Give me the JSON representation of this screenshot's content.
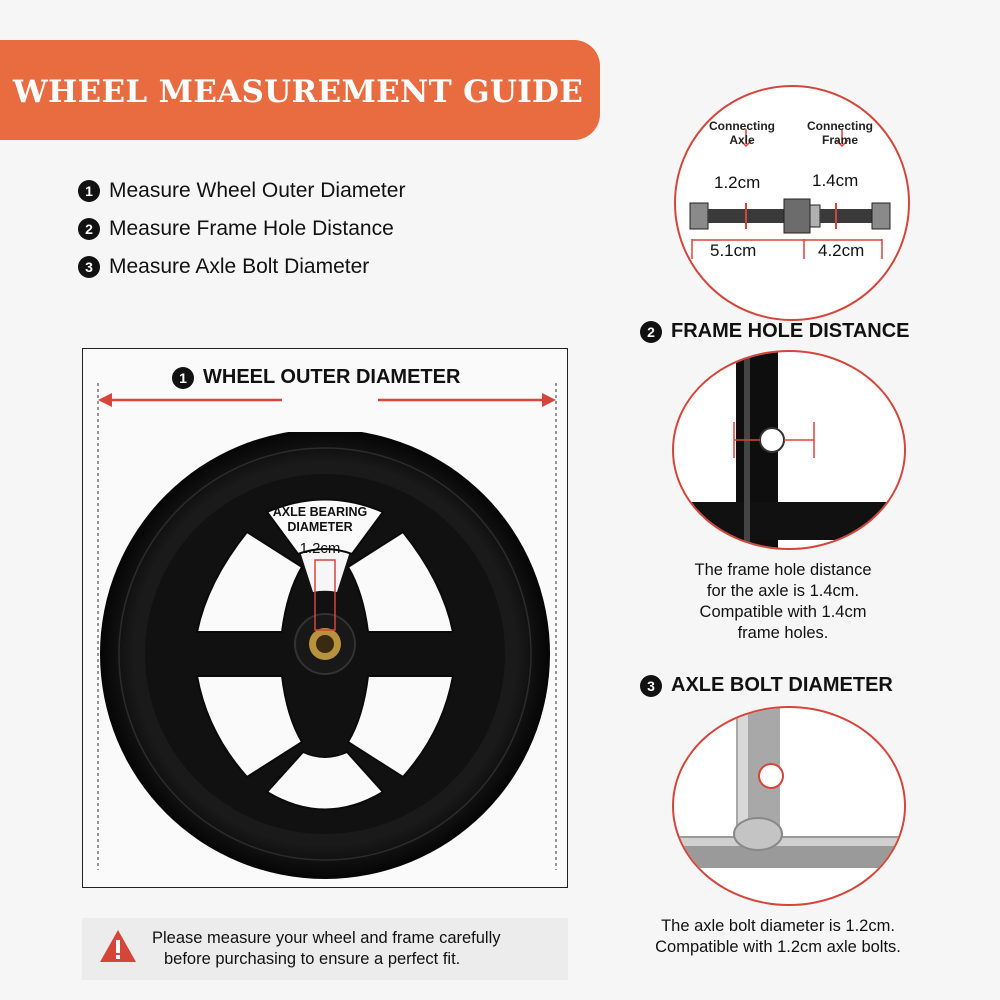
{
  "banner": {
    "title": "WHEEL MEASUREMENT GUIDE"
  },
  "steps": [
    {
      "num": "1",
      "label": "Measure Wheel Outer Diameter"
    },
    {
      "num": "2",
      "label": "Measure Frame Hole Distance"
    },
    {
      "num": "3",
      "label": "Measure Axle Bolt Diameter"
    }
  ],
  "wheel": {
    "num": "1",
    "heading": "WHEEL OUTER DIAMETER",
    "bearing_label_1": "AXLE BEARING",
    "bearing_label_2": "DIAMETER",
    "bearing_value": "1.2cm"
  },
  "notice": {
    "line1": "Please measure your wheel and frame carefully",
    "line2": "before purchasing to ensure a perfect fit."
  },
  "axle_detail": {
    "connecting_axle_1": "Connecting",
    "connecting_axle_2": "Axle",
    "connecting_frame_1": "Connecting",
    "connecting_frame_2": "Frame",
    "axle_diameter": "1.2cm",
    "frame_diameter": "1.4cm",
    "axle_length": "5.1cm",
    "frame_length": "4.2cm"
  },
  "frame_hole": {
    "num": "2",
    "heading": "FRAME HOLE DISTANCE",
    "caption_1": "The frame hole distance",
    "caption_2": "for the axle is 1.4cm.",
    "caption_3": "Compatible with 1.4cm",
    "caption_4": "frame holes."
  },
  "axle_bolt": {
    "num": "3",
    "heading": "AXLE BOLT DIAMETER",
    "caption_1": "The axle bolt diameter is 1.2cm.",
    "caption_2": "Compatible with 1.2cm axle bolts."
  },
  "colors": {
    "accent": "#e96c40",
    "red": "#d6453a"
  }
}
